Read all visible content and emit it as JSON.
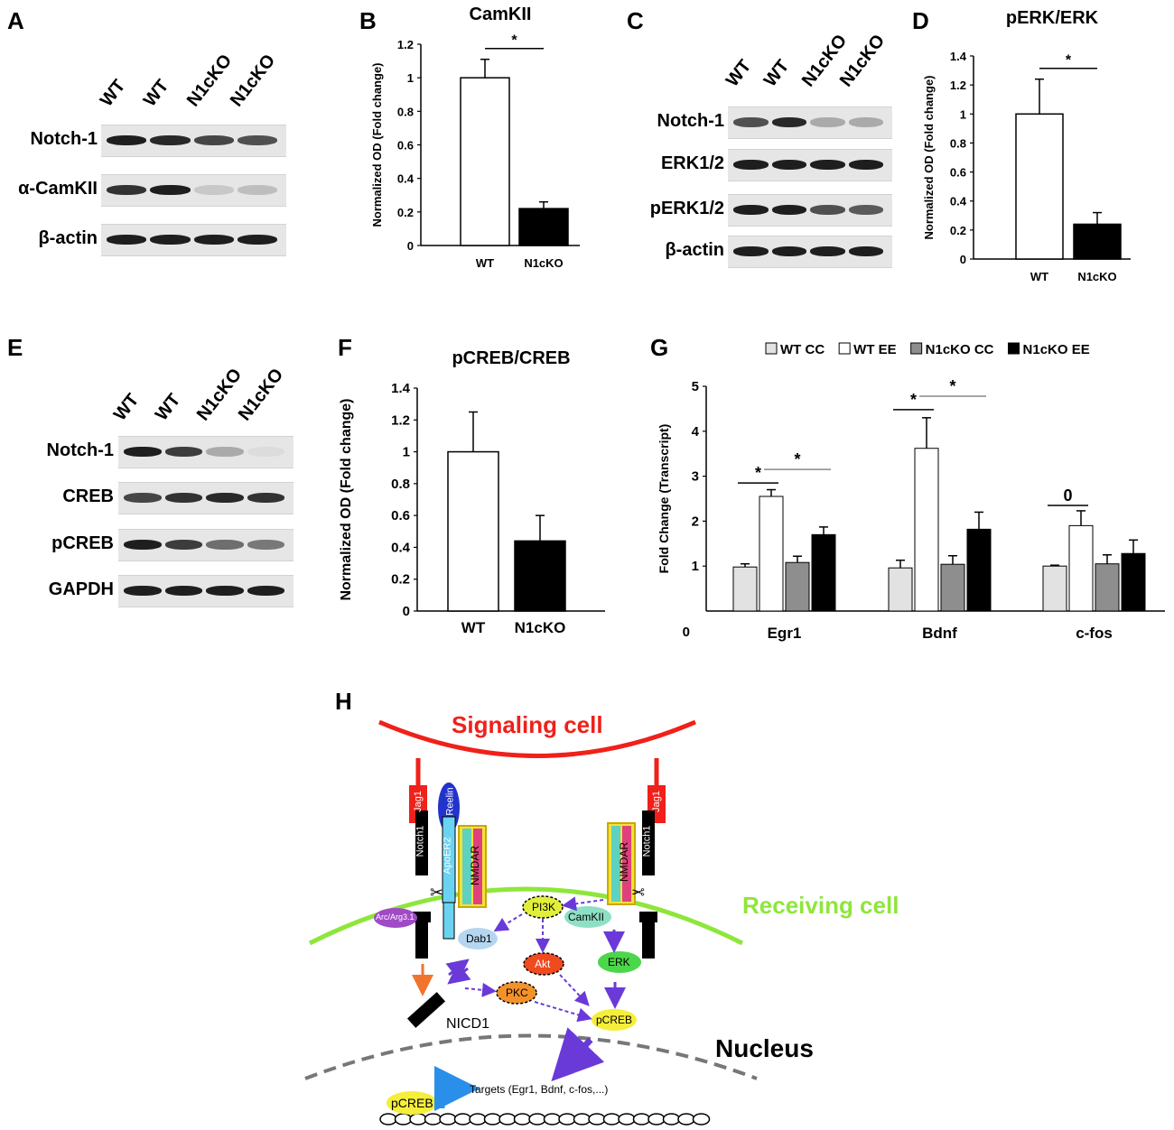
{
  "panels": {
    "A": {
      "letter": "A",
      "lanes": [
        "WT",
        "WT",
        "N1cKO",
        "N1cKO"
      ],
      "rows": [
        {
          "label": "Notch-1",
          "bands": [
            1.0,
            0.95,
            0.8,
            0.75
          ]
        },
        {
          "label": "α-CamKII",
          "bands": [
            0.9,
            1.0,
            0.15,
            0.2
          ]
        },
        {
          "label": "β-actin",
          "bands": [
            1.0,
            1.0,
            1.0,
            1.0
          ]
        }
      ]
    },
    "B": {
      "letter": "B"
    },
    "C": {
      "letter": "C",
      "lanes": [
        "WT",
        "WT",
        "N1cKO",
        "N1cKO"
      ],
      "rows": [
        {
          "label": "Notch-1",
          "bands": [
            0.75,
            0.95,
            0.3,
            0.3
          ]
        },
        {
          "label": "ERK1/2",
          "bands": [
            1.0,
            1.0,
            1.0,
            1.0
          ]
        },
        {
          "label": "pERK1/2",
          "bands": [
            1.0,
            1.0,
            0.75,
            0.7
          ]
        },
        {
          "label": "β-actin",
          "bands": [
            1.0,
            1.0,
            1.0,
            1.0
          ]
        }
      ]
    },
    "D": {
      "letter": "D"
    },
    "E": {
      "letter": "E",
      "lanes": [
        "WT",
        "WT",
        "N1cKO",
        "N1cKO"
      ],
      "rows": [
        {
          "label": "Notch-1",
          "bands": [
            1.0,
            0.85,
            0.3,
            0.05
          ]
        },
        {
          "label": "CREB",
          "bands": [
            0.8,
            0.9,
            0.95,
            0.9
          ]
        },
        {
          "label": "pCREB",
          "bands": [
            1.0,
            0.85,
            0.6,
            0.55
          ]
        },
        {
          "label": "GAPDH",
          "bands": [
            1.0,
            1.0,
            1.0,
            1.0
          ]
        }
      ]
    },
    "F": {
      "letter": "F"
    },
    "G": {
      "letter": "G"
    },
    "H": {
      "letter": "H",
      "signaling_cell": "Signaling cell",
      "receiving_cell": "Receiving cell",
      "nucleus": "Nucleus",
      "nodes": {
        "jag_left": "Jag1",
        "jag_right": "Jag1",
        "notch_left": "Notch1",
        "notch_right": "Notch1",
        "reelin": "Reelin",
        "apoer2": "ApoER2",
        "nmdar_left": "NMDAR",
        "nmdar_right": "NMDAR",
        "arc": "Arc/Arg3.1",
        "dab1": "Dab1",
        "pi3k": "PI3K",
        "camkii": "CamKII",
        "akt": "Akt",
        "erk": "ERK",
        "pkc": "PKC",
        "pcreb": "pCREB",
        "nicd1": "NICD1",
        "pcreb_dna": "pCREB",
        "targets": "Targets (Egr1, Bdnf, c-fos,...)"
      }
    }
  },
  "chart_data": [
    {
      "id": "B",
      "type": "bar",
      "title": "CamKII",
      "categories": [
        "WT",
        "N1cKO"
      ],
      "values": [
        1.0,
        0.22
      ],
      "errors": [
        0.11,
        0.04
      ],
      "fills": [
        "#ffffff",
        "#000000"
      ],
      "ylabel": "Normalized OD (Fold change)",
      "ylim": [
        0,
        1.2
      ],
      "yticks": [
        "0",
        "0.2",
        "0.4",
        "0.6",
        "0.8",
        "1",
        "1.2"
      ],
      "significance": [
        {
          "label": "*",
          "between": [
            "WT",
            "N1cKO"
          ]
        }
      ]
    },
    {
      "id": "D",
      "type": "bar",
      "title": "pERK/ERK",
      "categories": [
        "WT",
        "N1cKO"
      ],
      "values": [
        1.0,
        0.24
      ],
      "errors": [
        0.24,
        0.08
      ],
      "fills": [
        "#ffffff",
        "#000000"
      ],
      "ylabel": "Normalized OD (Fold change)",
      "ylim": [
        0,
        1.4
      ],
      "yticks": [
        "0",
        "0.2",
        "0.4",
        "0.6",
        "0.8",
        "1",
        "1.2",
        "1.4"
      ],
      "significance": [
        {
          "label": "*",
          "between": [
            "WT",
            "N1cKO"
          ]
        }
      ]
    },
    {
      "id": "F",
      "type": "bar",
      "title": "pCREB/CREB",
      "categories": [
        "WT",
        "N1cKO"
      ],
      "values": [
        1.0,
        0.44
      ],
      "errors": [
        0.25,
        0.16
      ],
      "fills": [
        "#ffffff",
        "#000000"
      ],
      "ylabel": "Normalized OD (Fold change)",
      "ylim": [
        0,
        1.4
      ],
      "yticks": [
        "0",
        "0.2",
        "0.4",
        "0.6",
        "0.8",
        "1",
        "1.2",
        "1.4"
      ],
      "significance": []
    },
    {
      "id": "G",
      "type": "bar",
      "title": "",
      "categories": [
        "Egr1",
        "Bdnf",
        "c-fos"
      ],
      "series": [
        {
          "name": "WT CC",
          "color": "#e2e2e2",
          "values": [
            0.98,
            0.96,
            1.0
          ],
          "errors": [
            0.07,
            0.17,
            0.02
          ]
        },
        {
          "name": "WT EE",
          "color": "#ffffff",
          "values": [
            2.55,
            3.62,
            1.9
          ],
          "errors": [
            0.15,
            0.68,
            0.33
          ]
        },
        {
          "name": "N1cKO CC",
          "color": "#8e8e8e",
          "values": [
            1.08,
            1.04,
            1.05
          ],
          "errors": [
            0.14,
            0.19,
            0.2
          ]
        },
        {
          "name": "N1cKO EE",
          "color": "#000000",
          "values": [
            1.7,
            1.82,
            1.28
          ],
          "errors": [
            0.17,
            0.38,
            0.3
          ]
        }
      ],
      "ylabel": "Fold Change (Transcript)",
      "ylim": [
        0,
        5
      ],
      "yticks": [
        "1",
        "2",
        "3",
        "4",
        "5"
      ],
      "origin_label": "0",
      "legend_position": "top",
      "significance": [
        {
          "category": "Egr1",
          "between": [
            "WT CC",
            "WT EE"
          ],
          "label": "*",
          "y": 2.85,
          "color": "#000000"
        },
        {
          "category": "Egr1",
          "between": [
            "WT EE",
            "N1cKO EE"
          ],
          "label": "*",
          "y": 3.15,
          "color": "#888888"
        },
        {
          "category": "Bdnf",
          "between": [
            "WT CC",
            "WT EE"
          ],
          "label": "*",
          "y": 4.48,
          "color": "#000000"
        },
        {
          "category": "Bdnf",
          "between": [
            "WT EE",
            "N1cKO EE"
          ],
          "label": "*",
          "y": 4.78,
          "color": "#888888"
        },
        {
          "category": "c-fos",
          "between": [
            "WT CC",
            "WT EE"
          ],
          "label": "0",
          "y": 2.35,
          "color": "#000000"
        }
      ]
    }
  ]
}
